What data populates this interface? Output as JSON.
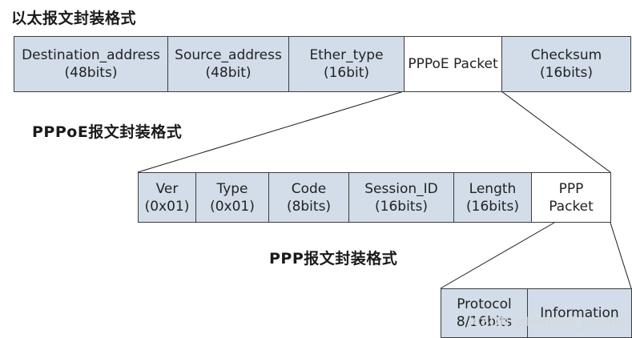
{
  "eth": {
    "title": "以太报文封装格式",
    "fields": [
      {
        "line1": "Destination_address",
        "line2": "(48bits)"
      },
      {
        "line1": "Source_address",
        "line2": "(48bit)"
      },
      {
        "line1": "Ether_type",
        "line2": "(16bit)"
      },
      {
        "line1": "PPPoE Packet",
        "line2": ""
      },
      {
        "line1": "Checksum",
        "line2": "(16bits)"
      }
    ]
  },
  "pppoe": {
    "title": "PPPoE报文封装格式",
    "fields": [
      {
        "line1": "Ver",
        "line2": "(0x01)"
      },
      {
        "line1": "Type",
        "line2": "(0x01)"
      },
      {
        "line1": "Code",
        "line2": "(8bits)"
      },
      {
        "line1": "Session_ID",
        "line2": "(16bits)"
      },
      {
        "line1": "Length",
        "line2": "(16bits)"
      },
      {
        "line1": "PPP",
        "line2": "Packet"
      }
    ]
  },
  "ppp": {
    "title": "PPP报文封装格式",
    "fields": [
      {
        "line1": "Protocol",
        "line2": "8/16bits"
      },
      {
        "line1": "Information",
        "line2": ""
      }
    ]
  },
  "watermark": "CSDN @Michael_chemic"
}
